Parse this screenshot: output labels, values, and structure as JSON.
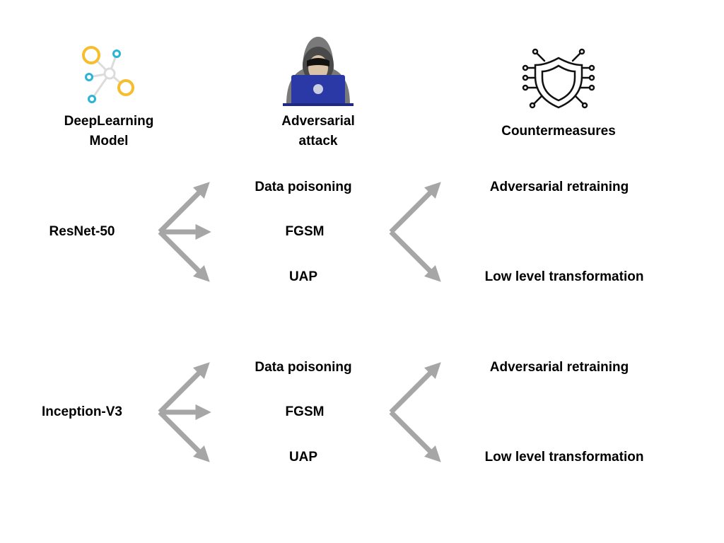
{
  "headers": {
    "model": [
      "DeepLearning",
      "Model"
    ],
    "attack": [
      "Adversarial",
      "attack"
    ],
    "countermeasures": "Countermeasures"
  },
  "icons": {
    "model": "neural-network-icon",
    "attack": "hacker-icon",
    "countermeasures": "security-shield-icon"
  },
  "rows": [
    {
      "model": "ResNet-50",
      "attacks": [
        "Data poisoning",
        "FGSM",
        "UAP"
      ],
      "countermeasures": [
        "Adversarial retraining",
        "Low level transformation"
      ]
    },
    {
      "model": "Inception-V3",
      "attacks": [
        "Data poisoning",
        "FGSM",
        "UAP"
      ],
      "countermeasures": [
        "Adversarial retraining",
        "Low level transformation"
      ]
    }
  ],
  "colors": {
    "arrow": "#a6a6a6",
    "node_yellow": "#f6bd2d",
    "node_cyan": "#2ab4d6",
    "hacker_hood": "#7a7a7a",
    "laptop": "#2b39a6",
    "shield_stroke": "#111111"
  }
}
